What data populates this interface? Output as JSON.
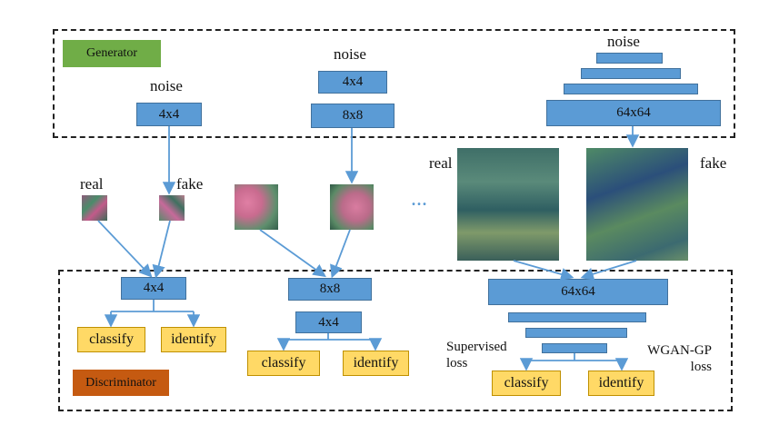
{
  "generator": {
    "title": "Generator",
    "color": "#70ad47"
  },
  "discriminator": {
    "title": "Discriminator",
    "color": "#c55a11"
  },
  "colors": {
    "block": "#5b9bd5",
    "block_border": "#41719c",
    "output": "#ffd966",
    "arrow": "#5b9bd5"
  },
  "stage1": {
    "noise": "noise",
    "gen_block": "4x4",
    "real": "real",
    "fake": "fake",
    "disc_block": "4x4",
    "classify": "classify",
    "identify": "identify"
  },
  "stage2": {
    "noise": "noise",
    "gen_block1": "4x4",
    "gen_block2": "8x8",
    "disc_block1": "8x8",
    "disc_block2": "4x4",
    "classify": "classify",
    "identify": "identify"
  },
  "stage3": {
    "noise": "noise",
    "gen_block": "64x64",
    "real": "real",
    "fake": "fake",
    "disc_block": "64x64",
    "classify": "classify",
    "identify": "identify",
    "supervised_loss": "Supervised loss",
    "wgan_loss": "WGAN-GP loss"
  },
  "ellipsis": "...",
  "icons": [
    "real-image-patch",
    "fake-image-patch"
  ]
}
